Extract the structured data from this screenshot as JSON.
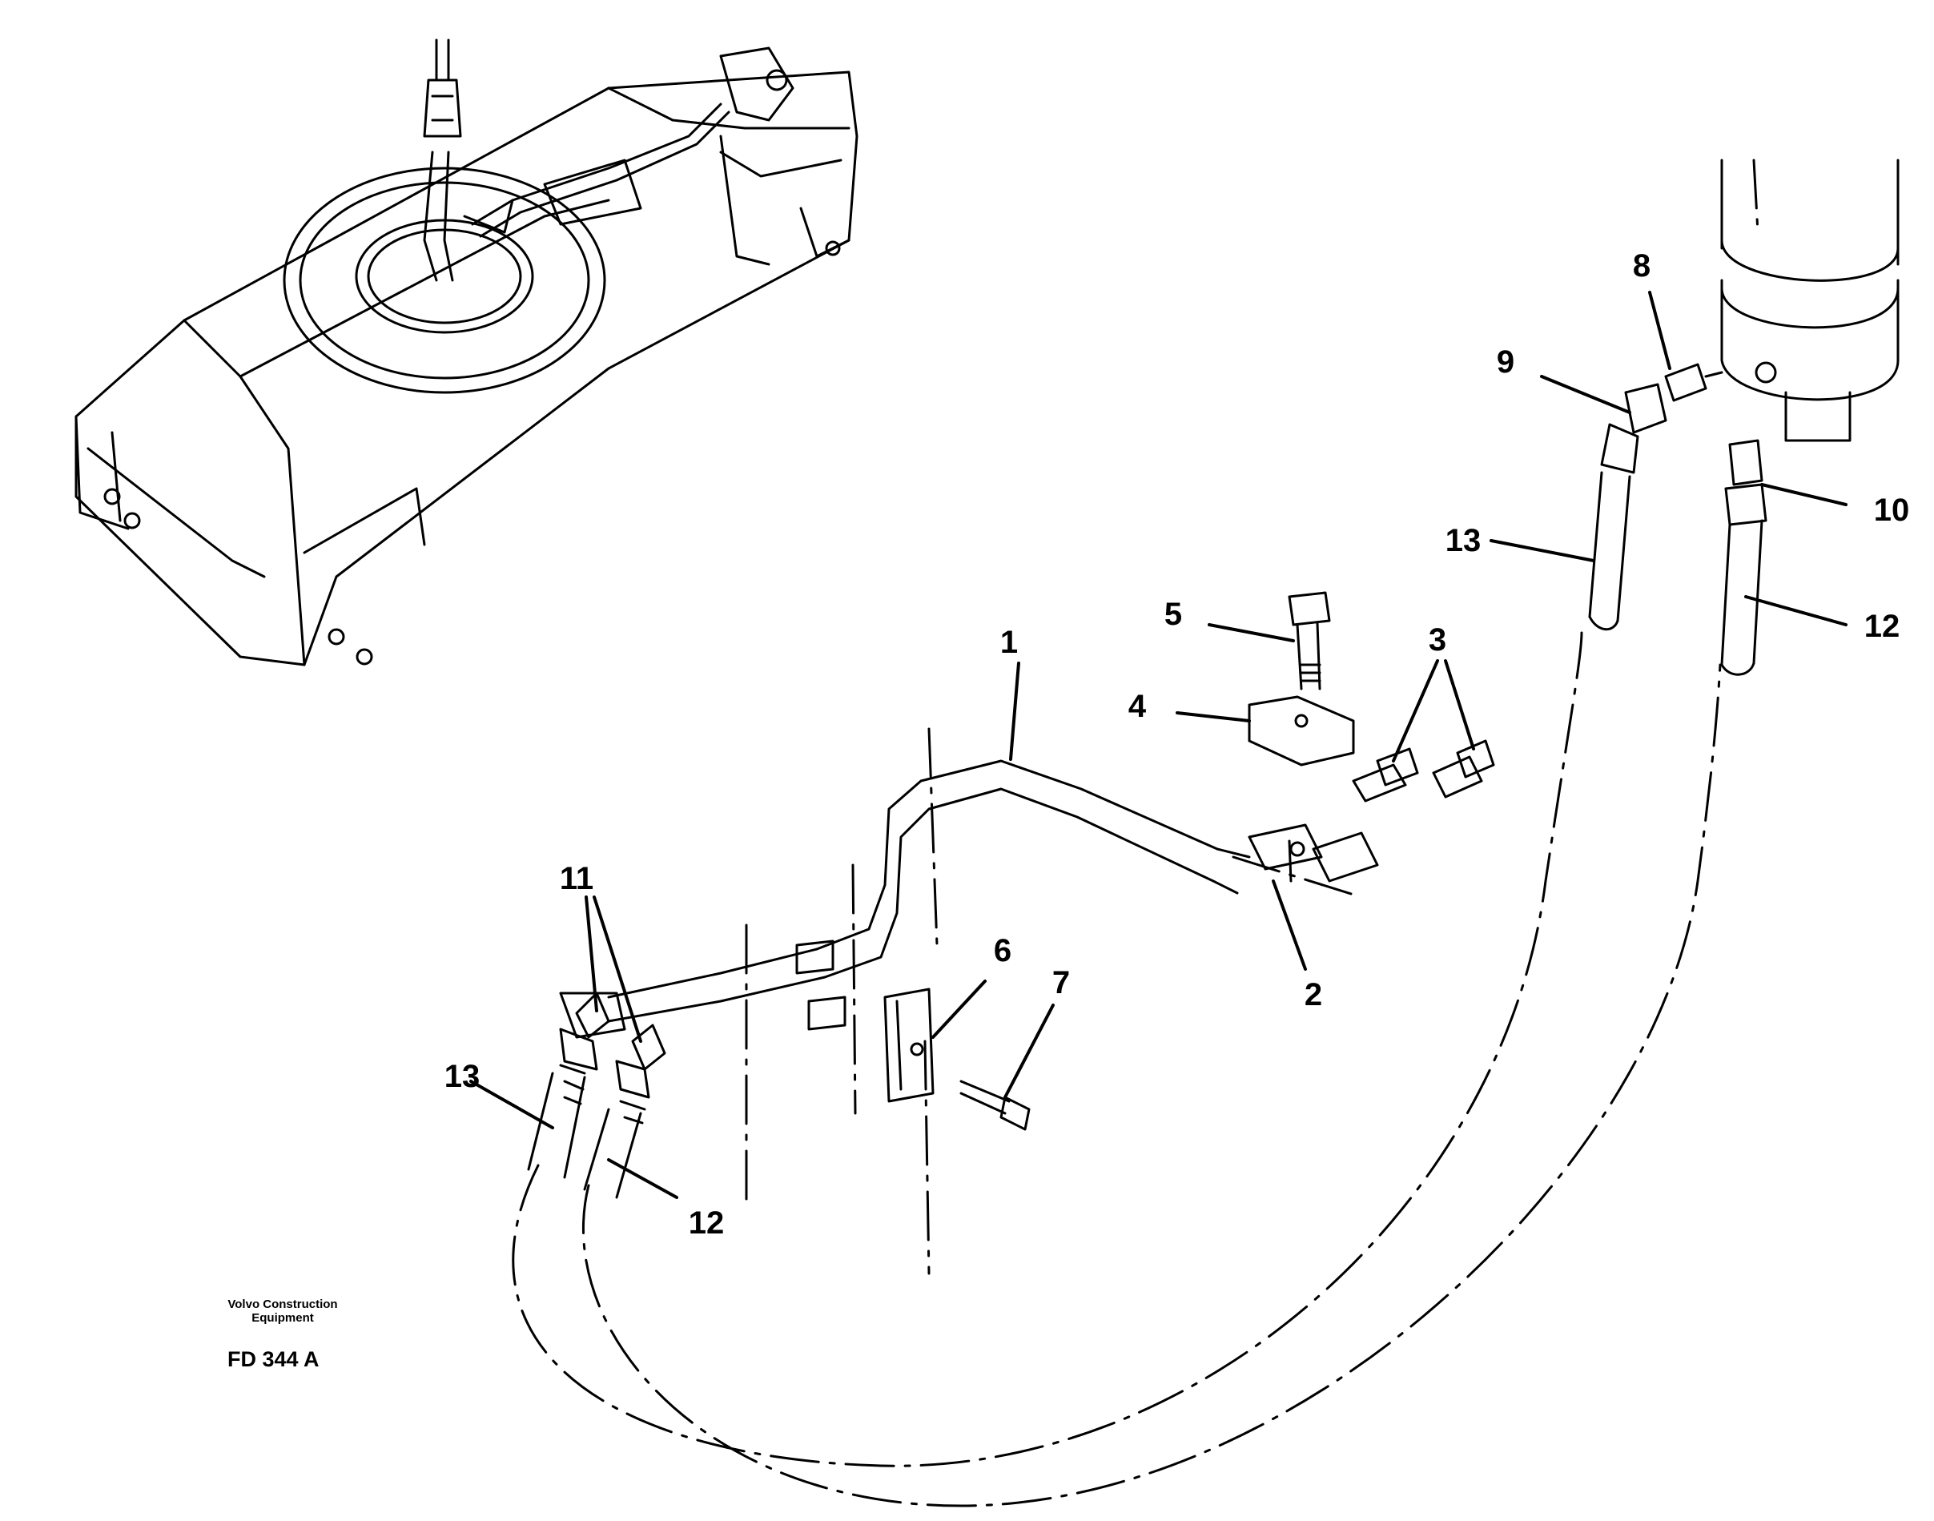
{
  "diagram": {
    "callouts": [
      "1",
      "2",
      "3",
      "4",
      "5",
      "6",
      "7",
      "8",
      "9",
      "10",
      "11",
      "12",
      "13",
      "12",
      "13"
    ],
    "brand_line1": "Volvo Construction",
    "brand_line2": "Equipment",
    "code": "FD 344 A"
  },
  "colors": {
    "ink": "#000000",
    "paper": "#ffffff"
  }
}
